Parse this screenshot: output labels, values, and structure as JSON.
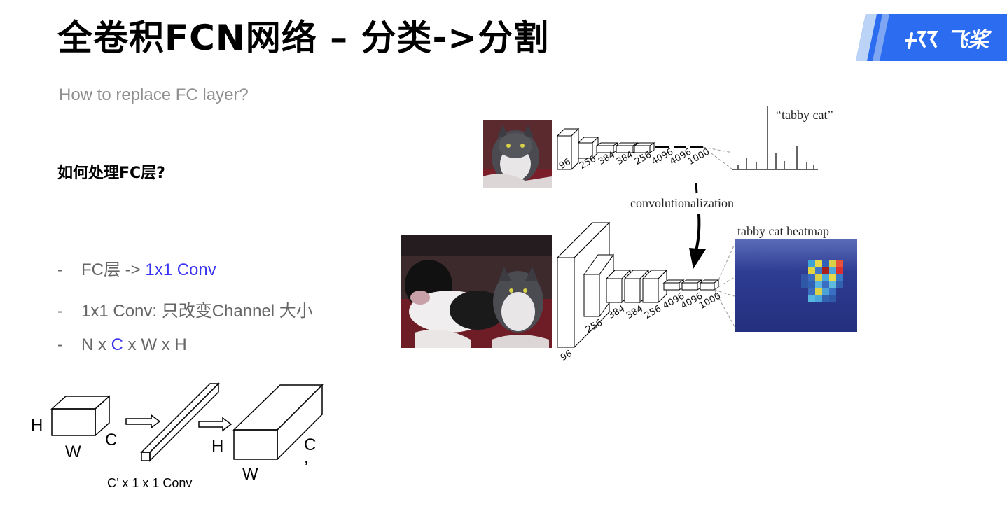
{
  "slide": {
    "title": "全卷积FCN网络 – 分类->分割",
    "logo_text": "飞桨",
    "subtitle": "How to replace FC layer?",
    "question": "如何处理FC层?",
    "bullets": [
      {
        "dash": "-",
        "prefix": "FC层 -> ",
        "highlight": "1x1 Conv",
        "suffix": ""
      },
      {
        "dash": "-",
        "prefix": "1x1 Conv:  只改变Channel 大小",
        "highlight": "",
        "suffix": ""
      },
      {
        "dash": "-",
        "prefix": "N x ",
        "highlight": "C",
        "suffix": " x W x H"
      }
    ],
    "colors": {
      "accent_blue": "#3a35f2",
      "logo_blue": "#2b6cf0",
      "heatmap_bg": "#2a3a8c"
    }
  },
  "conv_diagram": {
    "label_h1": "H",
    "label_w1": "W",
    "label_c1": "C",
    "label_h2": "H",
    "label_w2": "W",
    "label_c2": "C",
    "label_c2_prime": ",",
    "conv_caption": "C’ x 1 x 1  Conv"
  },
  "fcn_figure": {
    "tabby_label": "“tabby cat”",
    "convolutionalization": "convolutionalization",
    "heatmap_title": "tabby cat heatmap",
    "top_layers": [
      "96",
      "256",
      "384",
      "384",
      "256",
      "4096",
      "4096",
      "1000"
    ],
    "bottom_layers": [
      "96",
      "256",
      "384",
      "384",
      "256",
      "4096",
      "4096",
      "1000"
    ]
  }
}
